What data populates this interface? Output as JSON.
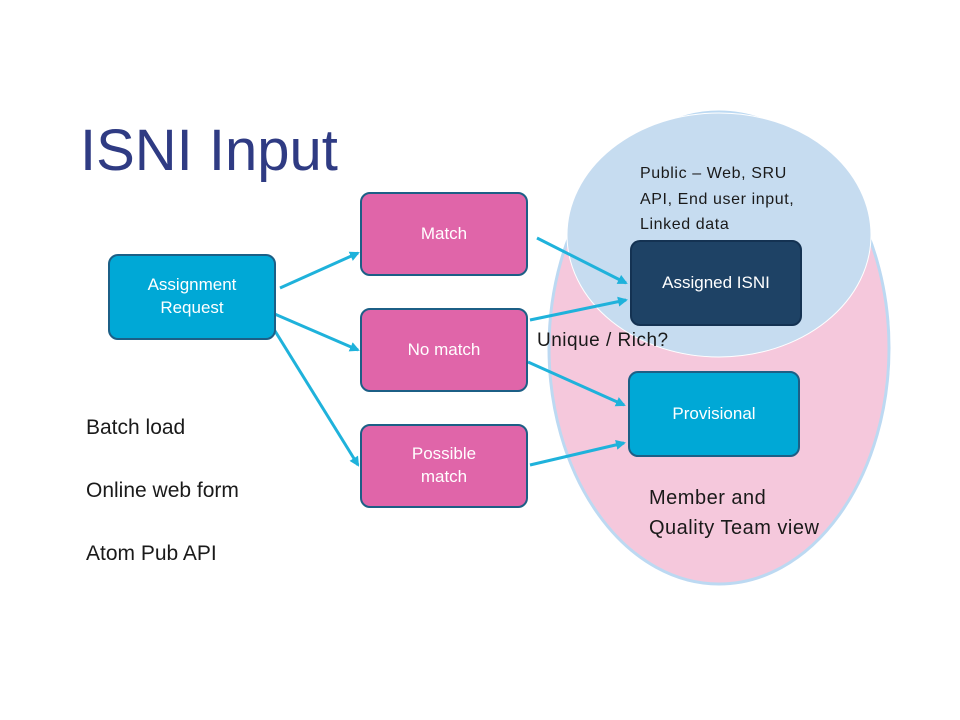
{
  "title": "ISNI Input",
  "boxes": {
    "assignment_request": "Assignment\nRequest",
    "match": "Match",
    "no_match": "No match",
    "possible_match": "Possible\nmatch",
    "assigned_isni": "Assigned ISNI",
    "provisional": "Provisional"
  },
  "input_methods": [
    "Batch load",
    "Online web form",
    "Atom Pub API"
  ],
  "public_label": "Public – Web, SRU\nAPI, End user input,\nLinked data",
  "unique_label": "Unique  / Rich?",
  "member_label": "Member and\nQuality Team view",
  "colors": {
    "outer_ellipse_fill": "#f5c8dc",
    "outer_ellipse_stroke": "#bcd9f2",
    "inner_ellipse_fill": "#c6dcf0",
    "arrow": "#1fb2db",
    "title": "#2f3b83",
    "box_cyan": "#00a8d6",
    "box_pink": "#e065a9",
    "box_navy": "#1e4265"
  }
}
